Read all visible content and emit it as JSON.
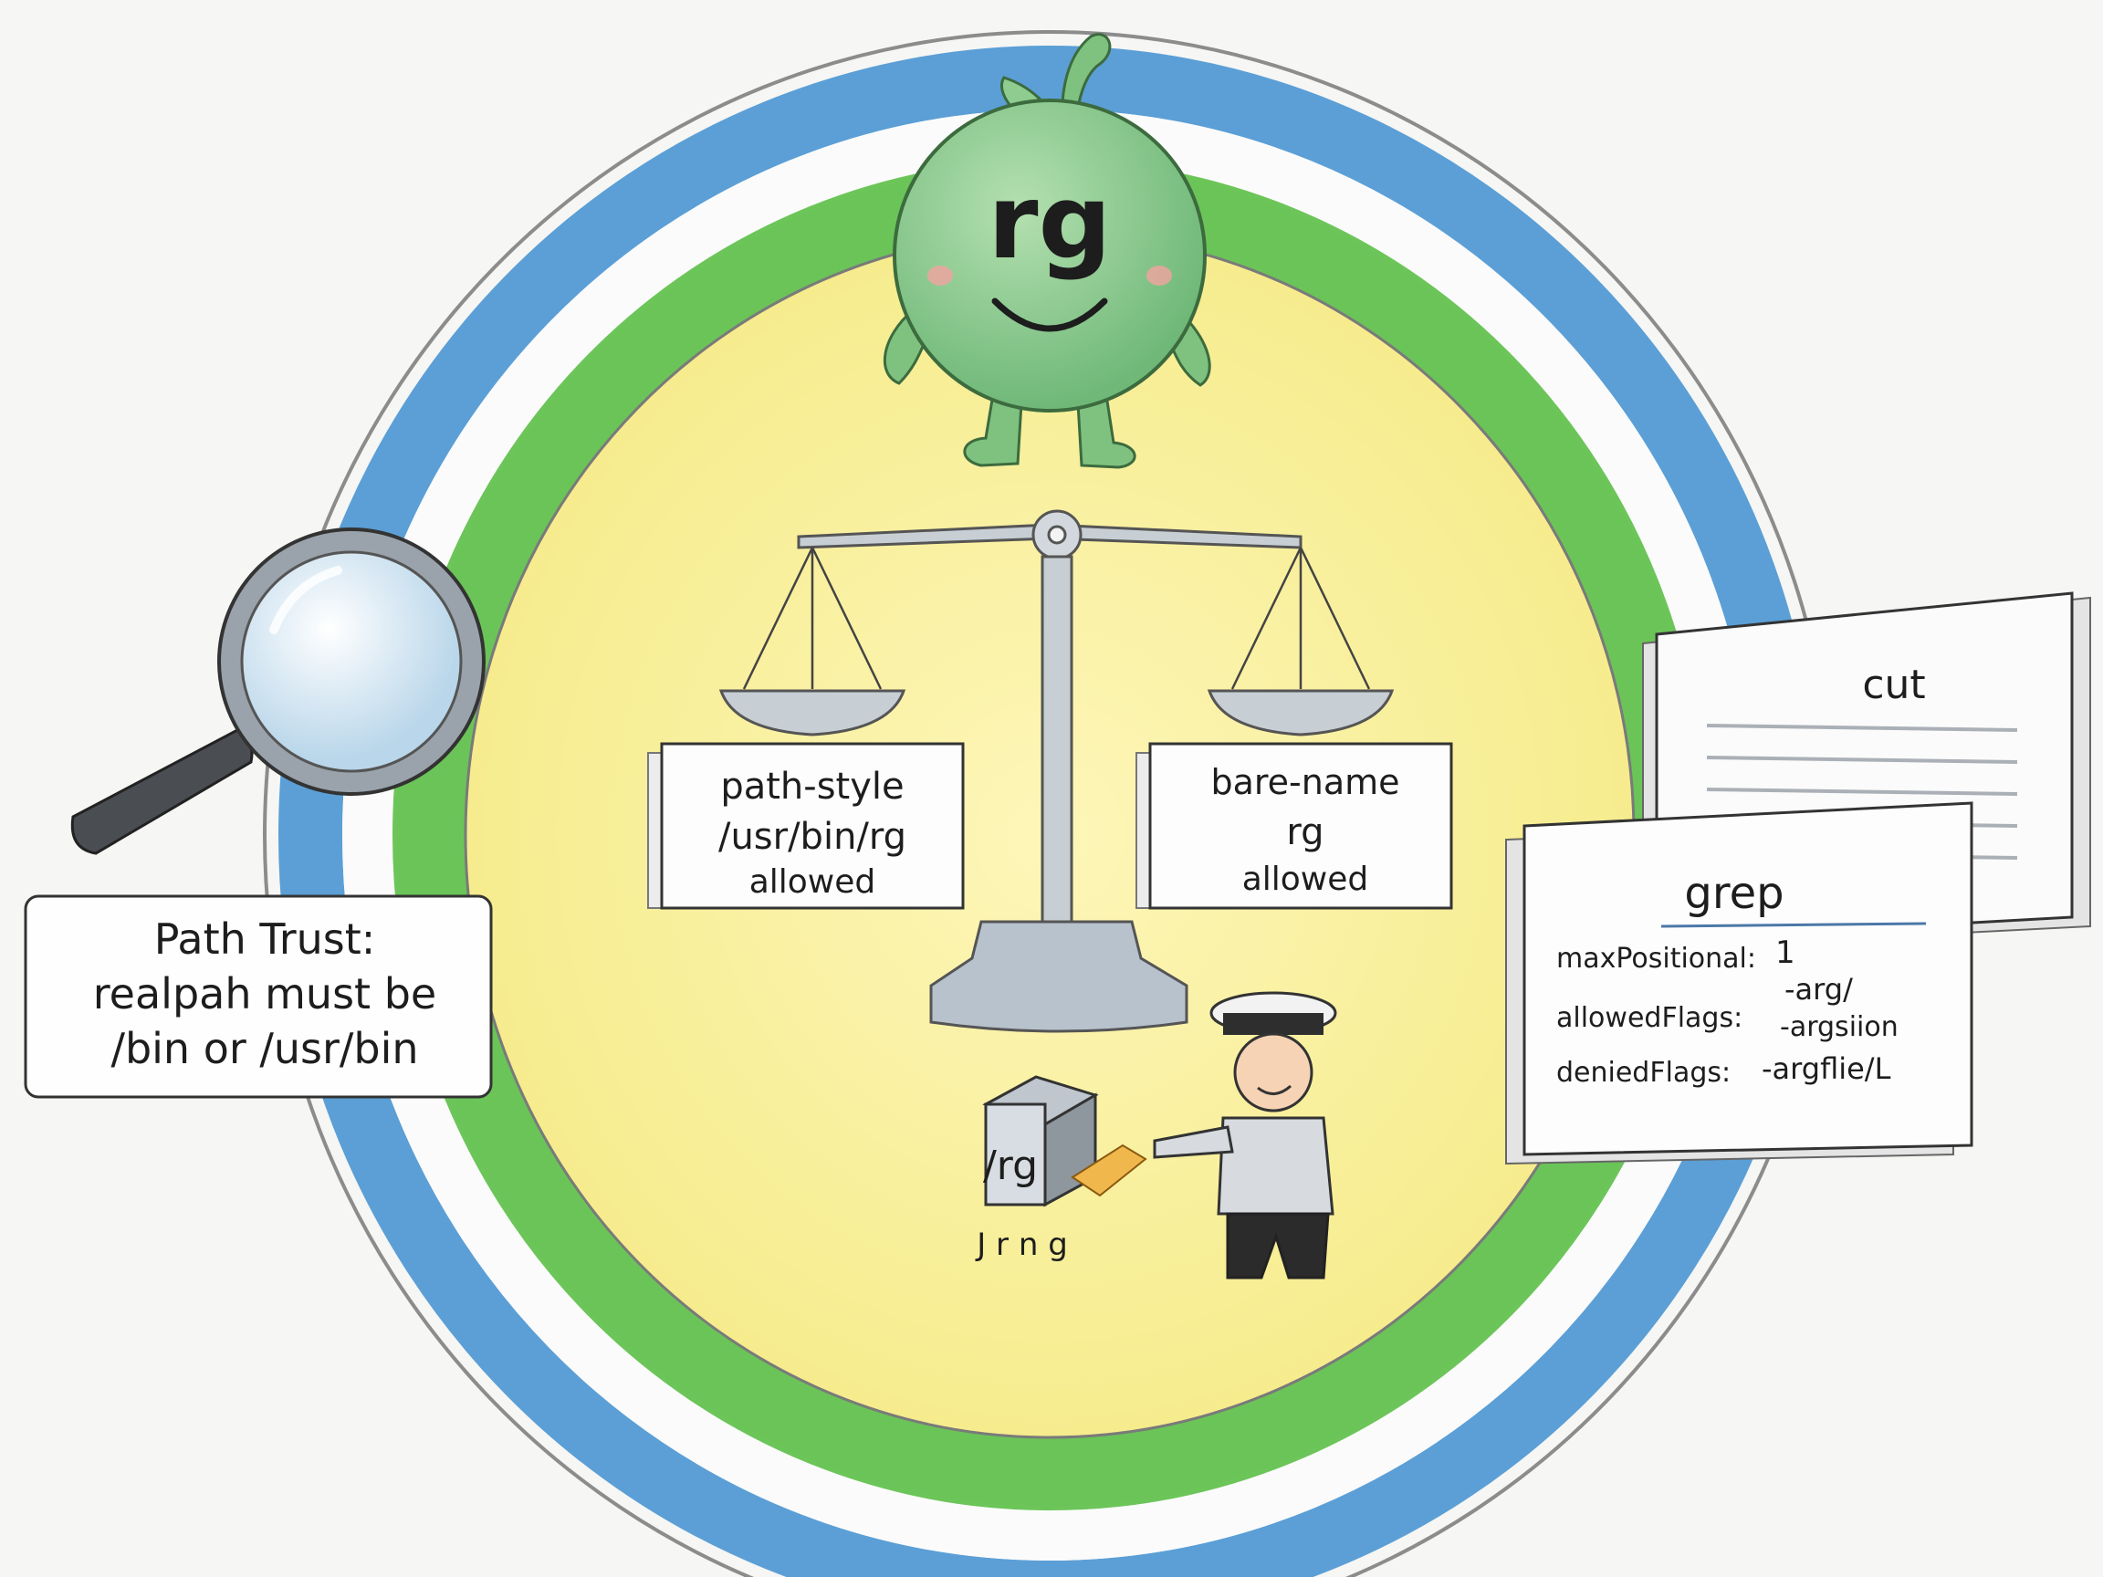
{
  "mascot": {
    "name": "rg"
  },
  "scale": {
    "left_card": {
      "line1": "path-style",
      "line2": "/usr/bin/rg",
      "line3": "allowed"
    },
    "right_card": {
      "line1": "bare-name",
      "line2": "rg",
      "line3": "allowed"
    }
  },
  "path_trust": {
    "line1": "Path Trust:",
    "line2": "realpah must be",
    "line3": "/bin or /usr/bin"
  },
  "books": {
    "back_title": "cut",
    "front_title": "grep",
    "rows": [
      {
        "key": "maxPositional:",
        "value": "1",
        "value2": ""
      },
      {
        "key": "allowedFlags:",
        "value": "-arg/",
        "value2": "-argsiion"
      },
      {
        "key": "deniedFlags:",
        "value": "-argflie/L",
        "value2": ""
      }
    ]
  },
  "box": {
    "label": "/rg",
    "under_label": "J r n g"
  },
  "colors": {
    "outer_ring": "#3f8fd0",
    "middle_ring": "#5cbf47",
    "inner_disc": "#fbf3a8",
    "mascot": "#8fcc8f",
    "scale_metal": "#b8c2cc"
  }
}
